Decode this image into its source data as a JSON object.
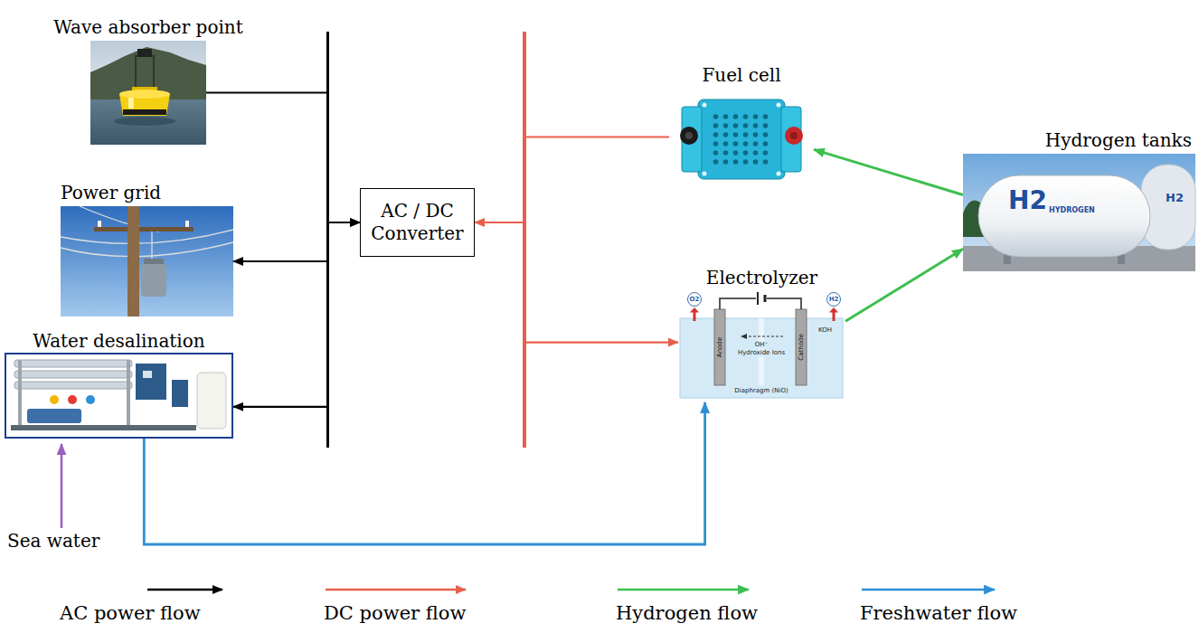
{
  "diagram": {
    "nodes": [
      {
        "text": [
          "Wave absorber point"
        ]
      },
      {
        "text": [
          "Power grid"
        ]
      },
      {
        "text": [
          "Water desalination"
        ]
      },
      {
        "text": [
          "AC / DC Converter"
        ]
      },
      {
        "text": [
          "Fuel cell"
        ]
      },
      {
        "text": [
          "Electrolyzer"
        ]
      },
      {
        "text": [
          "Hydrogen tanks"
        ]
      }
    ],
    "edges": [
      {
        "from": 0,
        "to": 3,
        "arrow": "to"
      },
      {
        "from": 1,
        "to": 3,
        "arrow": "both"
      },
      {
        "from": 3,
        "to": 2,
        "arrow": "to"
      },
      {
        "from": 4,
        "to": 3,
        "arrow": "to"
      },
      {
        "from": 3,
        "to": 5,
        "arrow": "to"
      },
      {
        "from": 5,
        "to": 6,
        "arrow": "to"
      },
      {
        "from": 6,
        "to": 4,
        "arrow": "to"
      },
      {
        "from": 2,
        "to": 5,
        "arrow": "to"
      }
    ],
    "labels": [
      "Sea water",
      "O2",
      "H2",
      "OH⁻",
      "Hydroxide Ions",
      "Anode",
      "Cathode",
      "KOH",
      "Diaphragm (NiO)",
      "H2",
      "HYDROGEN",
      "H2"
    ],
    "legend": [
      {
        "text": "AC power flow"
      },
      {
        "text": "DC power flow"
      },
      {
        "text": "Hydrogen flow"
      },
      {
        "text": "Freshwater flow"
      }
    ]
  }
}
